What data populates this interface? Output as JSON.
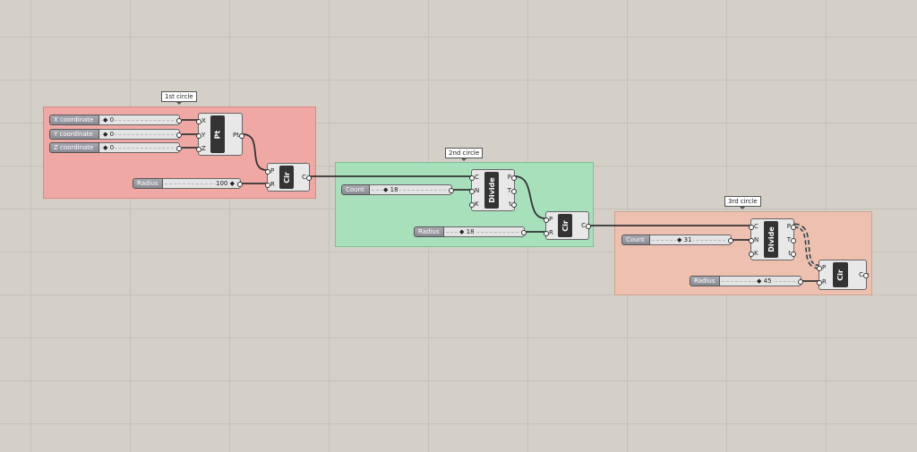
{
  "canvas": {
    "background": "#d4d0c8"
  },
  "groups": {
    "first": {
      "label": "1st circle",
      "color": "#f0a8a4"
    },
    "second": {
      "label": "2nd circle",
      "color": "#a8e0bc"
    },
    "third": {
      "label": "3rd circle",
      "color": "#eec0b0"
    }
  },
  "sliders": {
    "x": {
      "name": "X coordinate",
      "value": "0"
    },
    "y": {
      "name": "Y coordinate",
      "value": "0"
    },
    "z": {
      "name": "Z coordinate",
      "value": "0"
    },
    "radius1": {
      "name": "Radius",
      "value": "100"
    },
    "count2": {
      "name": "Count",
      "value": "18"
    },
    "radius2": {
      "name": "Radius",
      "value": "18"
    },
    "count3": {
      "name": "Count",
      "value": "31"
    },
    "radius3": {
      "name": "Radius",
      "value": "45"
    }
  },
  "components": {
    "point": {
      "label": "Pt",
      "inputs": [
        "X",
        "Y",
        "Z"
      ],
      "output": "Pt"
    },
    "circle": {
      "label": "Cir",
      "inputs": [
        "P",
        "R"
      ],
      "output": "C"
    },
    "divide": {
      "label": "Divide",
      "inputs": [
        "C",
        "N",
        "K"
      ],
      "outputs": [
        "P",
        "T",
        "t"
      ]
    }
  }
}
